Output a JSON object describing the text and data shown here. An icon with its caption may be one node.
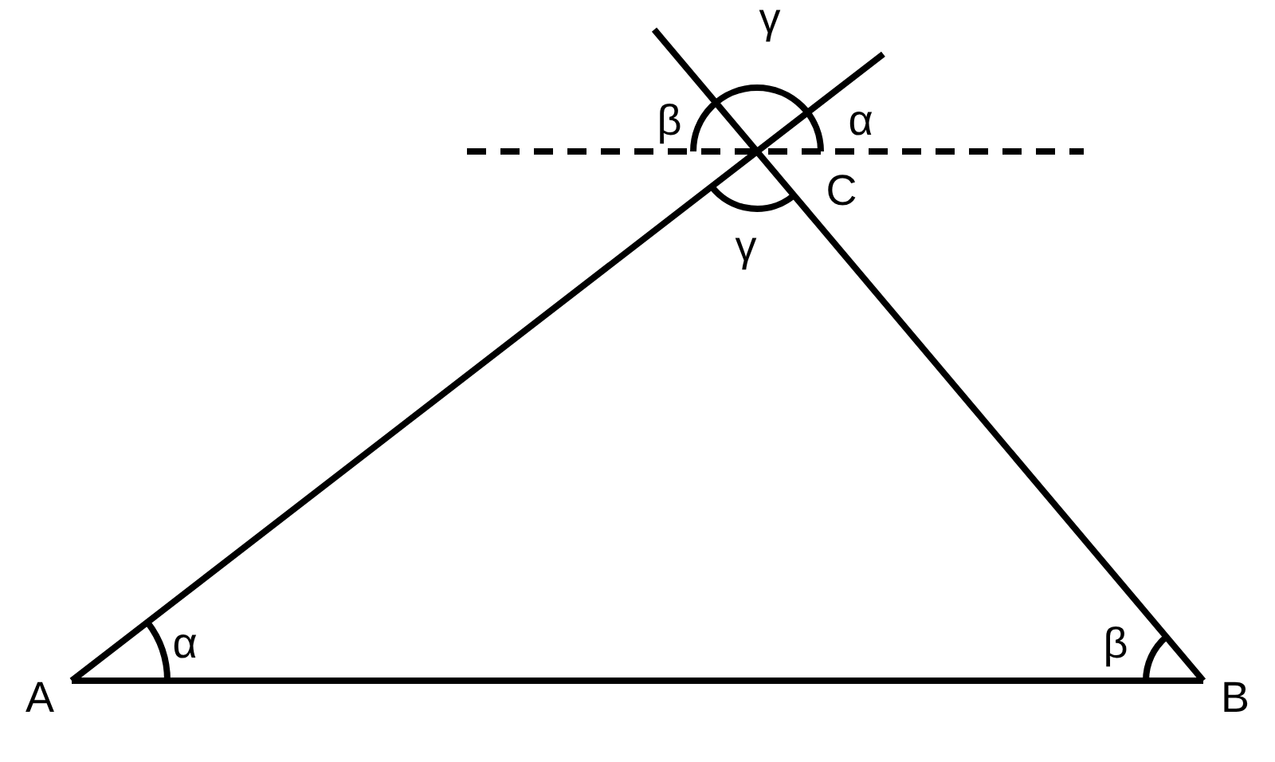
{
  "diagram": {
    "labels": [
      "γ",
      "β",
      "α",
      "C",
      "γ",
      "α",
      "β",
      "A",
      "B"
    ]
  }
}
